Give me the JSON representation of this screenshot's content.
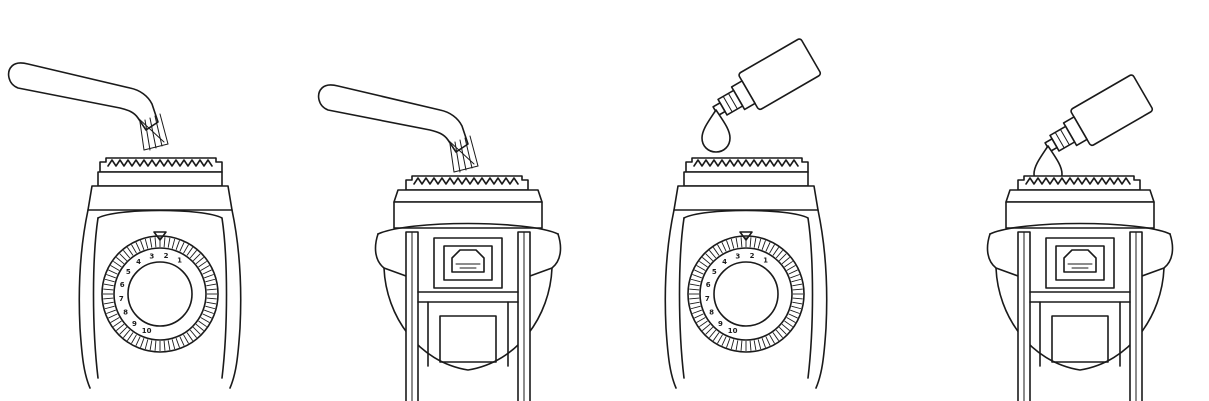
{
  "colors": {
    "stroke": "#1a1a1a",
    "background": "#ffffff"
  },
  "panels": [
    {
      "id": "panel-1",
      "view": "front",
      "tool": "brush"
    },
    {
      "id": "panel-2",
      "view": "rear",
      "tool": "brush"
    },
    {
      "id": "panel-3",
      "view": "front",
      "tool": "oil-bottle"
    },
    {
      "id": "panel-4",
      "view": "rear",
      "tool": "oil-bottle"
    }
  ],
  "dial": {
    "labels": [
      "1",
      "2",
      "3",
      "4",
      "5",
      "6",
      "7",
      "8",
      "9",
      "10"
    ]
  }
}
